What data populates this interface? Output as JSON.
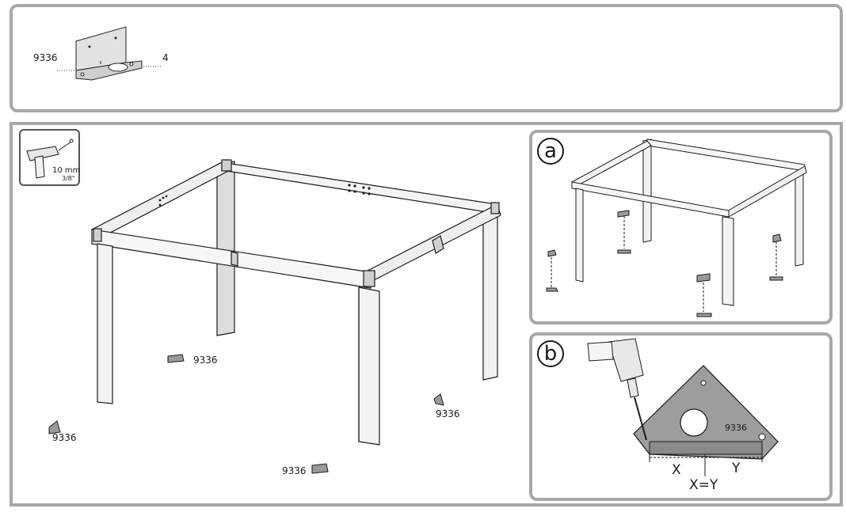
{
  "parts": {
    "code": "9336",
    "quantity": "4"
  },
  "tool": {
    "drill_bit_size": "10 mm",
    "drill_bit_imperial": "3/8\""
  },
  "main": {
    "bracket_labels": [
      "9336",
      "9336",
      "9336",
      "9336"
    ]
  },
  "detail_a": {
    "step": "a"
  },
  "detail_b": {
    "step": "b",
    "part_code": "9336",
    "x_label": "X",
    "y_label": "Y",
    "equation": "X=Y"
  },
  "colors": {
    "frame_border": "#a8a8a8",
    "line": "#1a1a1a",
    "fill": "#d9d9d9"
  }
}
